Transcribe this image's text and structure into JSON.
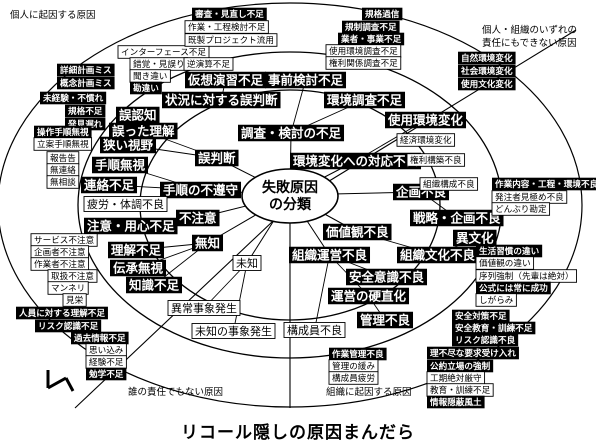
{
  "caption": "リコール隠しの原因まんだら",
  "center": [
    "失敗原因",
    "の分類"
  ],
  "quadrant_labels": [
    "個人に起因する原因",
    "個人・組織のいずれの",
    "責任にもできない原因",
    "誰の責任でもない原因",
    "組織に起因する原因"
  ],
  "categories": [
    "無知",
    "知識不足",
    "伝承無視",
    "理解不足",
    "不注意",
    "注意・用心不足",
    "疲労・体調不良",
    "手順の不遵守",
    "連絡不足",
    "手順無視",
    "誤判断",
    "狭い視野",
    "誤った理解",
    "誤認知",
    "調査・検討の不足",
    "状況に対する誤判断",
    "仮想演習不足",
    "事前検討不足",
    "環境調査不足",
    "環境変化への対応不良",
    "使用環境変化",
    "企画不良",
    "戦略・企画不良",
    "価値観不良",
    "組織文化不良",
    "異文化",
    "組織運営不良",
    "安全意識不良",
    "運営の硬直化",
    "管理不良",
    "未知",
    "異常事象発生",
    "未知の事象発生",
    "構成員不良"
  ],
  "details": [
    "詳細計画ミス",
    "概念計画ミス",
    "未経験・不慣れ",
    "規格不足",
    "発見遅れ",
    "操作手順無視",
    "立案手順無視",
    "報告告",
    "無連絡",
    "無相談",
    "サービス不注意",
    "企画者不注意",
    "作業者不注意",
    "取扱不注意",
    "マンネリ",
    "見栄",
    "人員に対する理解不足",
    "リスク認識不足",
    "過去情報不足",
    "思い込み",
    "経験不足",
    "勉学不足",
    "インターフェース不足",
    "錯覚・見誤り",
    "聞き違い",
    "勘違い",
    "逆演算不足",
    "審査・見直し不足",
    "作業・工程検討不足",
    "既製プロジェクト流用",
    "規格過信",
    "規制調査不足",
    "業者・事業不足",
    "使用環境調査不足",
    "権利関係調査不足",
    "自然環境変化",
    "社会環境変化",
    "使用文化変化",
    "経済環境変化",
    "権利構築不良",
    "組織構成不良",
    "作業内容・工程・環境不良",
    "発注者見極め不良",
    "どんぶり勘定",
    "生活習慣の違い",
    "価値観の違い",
    "序列強制（先輩は絶対）",
    "公式には常に成功",
    "しがらみ",
    "安全対策不足",
    "安全教育・訓練不足",
    "リスク認識不良",
    "理不尽な要求受け入れ",
    "公約立場の強制",
    "工期絶対厳守",
    "教育・訓練不足",
    "情報隠蔽風土",
    "作業管理不良",
    "管理の緩み",
    "構成員疲労"
  ]
}
